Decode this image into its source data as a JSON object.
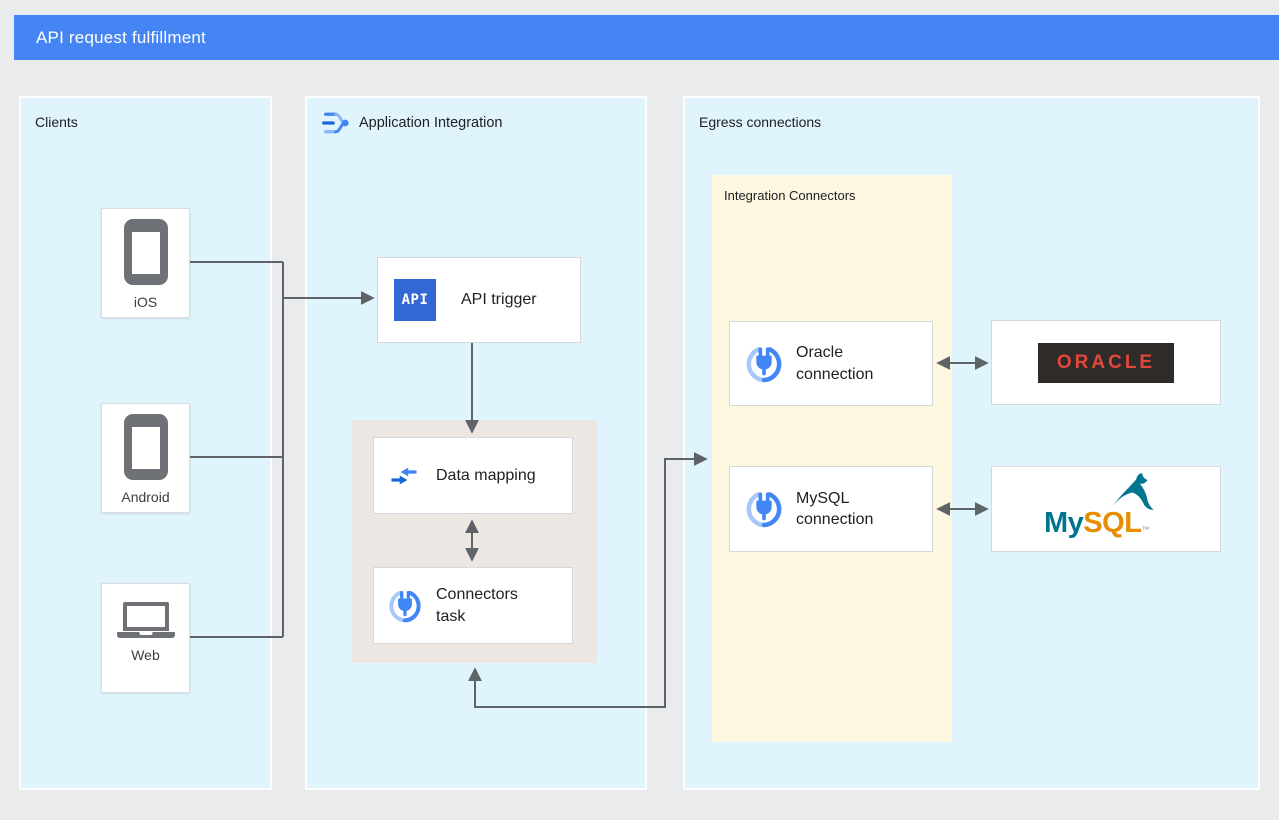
{
  "title_bar": {
    "label": "API request fulfillment"
  },
  "colors": {
    "header_blue": "#4484F3",
    "panel_blue": "#E0F4FD",
    "panel_yellow": "#FEF7E0",
    "panel_gray": "#EDE7E4",
    "arrow_gray": "#5F6368",
    "google_blue": "#4285F4",
    "api_icon_blue": "#3367D6",
    "oracle_red": "#E2473C",
    "oracle_box_dark": "#2F2B28",
    "mysql_teal": "#00758F",
    "mysql_orange": "#E48E00"
  },
  "panels": {
    "clients": {
      "label": "Clients",
      "items": [
        {
          "label": "iOS",
          "icon": "smartphone-icon"
        },
        {
          "label": "Android",
          "icon": "smartphone-icon"
        },
        {
          "label": "Web",
          "icon": "laptop-icon"
        }
      ]
    },
    "application_integration": {
      "label": "Application Integration",
      "nodes": {
        "api_trigger": {
          "label": "API trigger",
          "icon_text": "API"
        },
        "data_mapping": {
          "label": "Data mapping"
        },
        "connectors_task": {
          "label": "Connectors task"
        }
      }
    },
    "egress": {
      "label": "Egress connections",
      "integration_connectors": {
        "label": "Integration Connectors",
        "connections": [
          {
            "label": "Oracle connection"
          },
          {
            "label": "MySQL connection"
          }
        ]
      },
      "databases": {
        "oracle": {
          "name": "Oracle",
          "logo_text": "ORACLE"
        },
        "mysql": {
          "name": "MySQL",
          "logo_my": "My",
          "logo_sql": "SQL",
          "trademark": "™"
        }
      }
    }
  }
}
